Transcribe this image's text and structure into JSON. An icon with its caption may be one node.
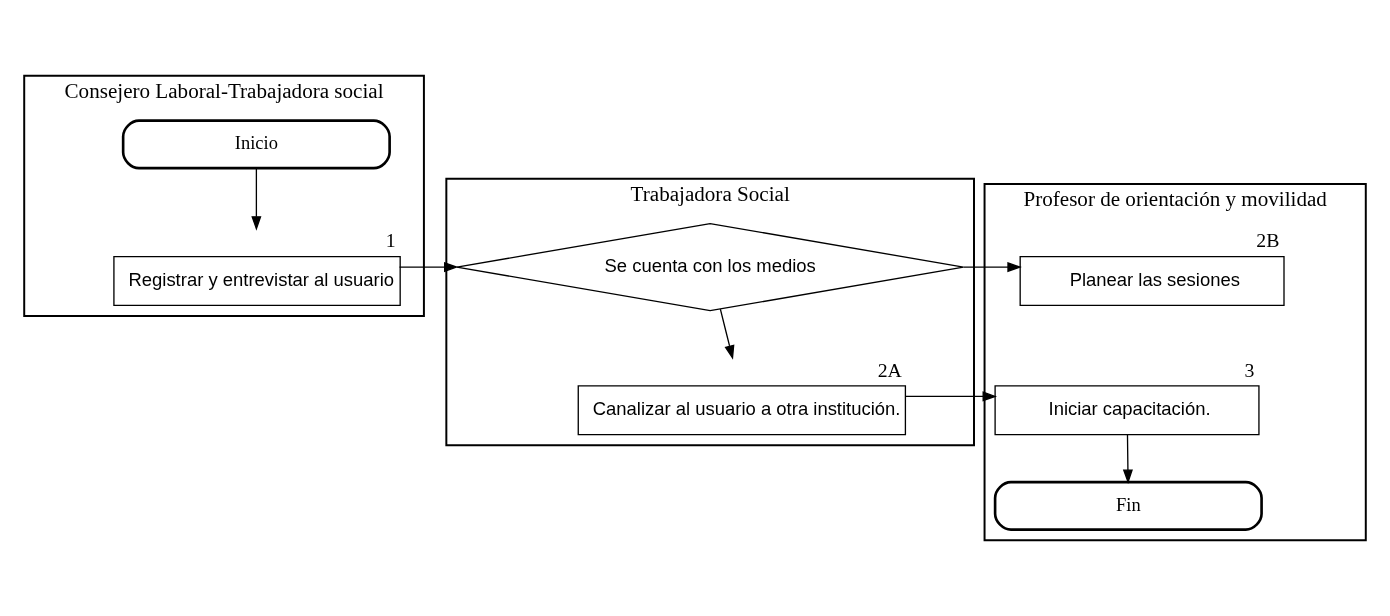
{
  "diagram": {
    "nodes": [
      {
        "text": [
          "Consejero Laboral-Trabajadora social"
        ]
      },
      {
        "text": [
          "Inicio"
        ],
        "in": 0
      },
      {
        "text": [
          "Registrar y entrevistar al usuario"
        ],
        "in": 0,
        "beside": [
          "1"
        ]
      },
      {
        "text": [
          "Trabajadora Social"
        ]
      },
      {
        "text": [
          "Se cuenta con los medios"
        ],
        "in": 3
      },
      {
        "text": [
          "Canalizar al usuario a otra institución."
        ],
        "in": 3,
        "beside": [
          "2A"
        ]
      },
      {
        "text": [
          "Profesor de orientación y movilidad"
        ]
      },
      {
        "text": [
          "Planear las sesiones"
        ],
        "in": 6,
        "beside": [
          "2B"
        ]
      },
      {
        "text": [
          "Iniciar capacitación."
        ],
        "in": 6,
        "beside": [
          "3"
        ]
      },
      {
        "text": [
          "Fin"
        ],
        "in": 6
      }
    ],
    "edges": [
      {
        "from": 1,
        "to": 2,
        "arrow": "to"
      },
      {
        "from": 2,
        "to": 4,
        "arrow": "to"
      },
      {
        "from": 4,
        "to": 7,
        "arrow": "to"
      },
      {
        "from": 4,
        "to": 5,
        "arrow": "to"
      },
      {
        "from": 5,
        "to": 8,
        "arrow": "to"
      },
      {
        "from": 8,
        "to": 9,
        "arrow": "to"
      }
    ]
  }
}
